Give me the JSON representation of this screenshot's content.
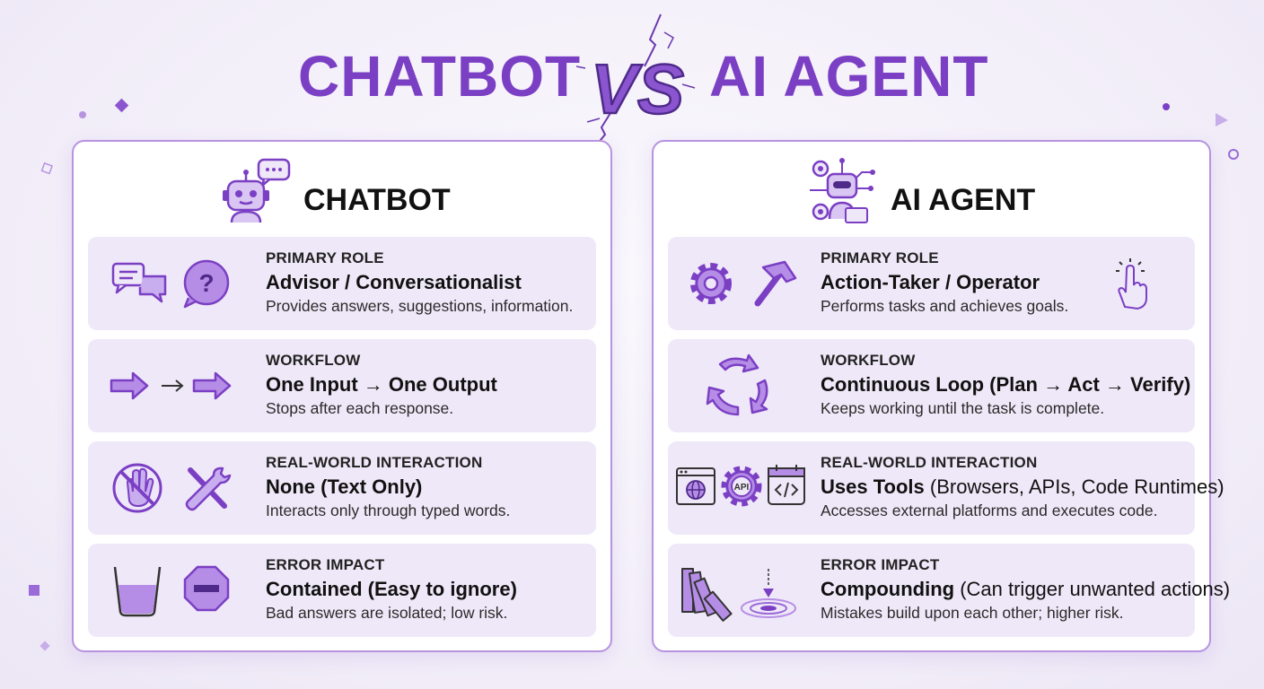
{
  "title": {
    "left": "CHATBOT",
    "vs": "VS",
    "right": "AI AGENT"
  },
  "colors": {
    "accent": "#7b3fc4",
    "accent_light": "#b793e0",
    "row_bg": "#efe8f8"
  },
  "chatbot": {
    "heading": "CHATBOT",
    "heading_icon": "robot-chat-icon",
    "rows": [
      {
        "label": "PRIMARY ROLE",
        "headline": "Advisor / Conversationalist",
        "desc": "Provides answers, suggestions, information.",
        "icons": [
          "chat-bubbles-icon",
          "question-bubble-icon"
        ]
      },
      {
        "label": "WORKFLOW",
        "headline": "One Input → One Output",
        "desc": "Stops after each response.",
        "icons": [
          "arrow-right-icon",
          "small-arrow-icon",
          "arrow-right-icon"
        ]
      },
      {
        "label": "REAL-WORLD INTERACTION",
        "headline": "None (Text Only)",
        "desc": "Interacts only through typed words.",
        "icons": [
          "no-hand-icon",
          "tools-icon"
        ]
      },
      {
        "label": "ERROR IMPACT",
        "headline": "Contained (Easy to ignore)",
        "desc": "Bad answers are isolated; low risk.",
        "icons": [
          "beaker-icon",
          "stop-sign-icon"
        ]
      }
    ]
  },
  "agent": {
    "heading": "AI AGENT",
    "heading_icon": "robot-network-icon",
    "rows": [
      {
        "label": "PRIMARY ROLE",
        "headline": "Action-Taker / Operator",
        "desc": "Performs tasks and achieves goals.",
        "icons": [
          "gear-icon",
          "hammer-icon",
          "pointer-hand-icon"
        ]
      },
      {
        "label": "WORKFLOW",
        "headline": "Continuous Loop (Plan → Act → Verify)",
        "desc": "Keeps working until the task is complete.",
        "icons": [
          "cycle-arrows-icon"
        ]
      },
      {
        "label": "REAL-WORLD INTERACTION",
        "headline_bold": "Uses Tools",
        "headline_rest": " (Browsers, APIs, Code Runtimes)",
        "desc": "Accesses external platforms and executes code.",
        "icons": [
          "browser-icon",
          "api-gear-icon",
          "code-calendar-icon"
        ],
        "api_text": "API"
      },
      {
        "label": "ERROR IMPACT",
        "headline_bold": "Compounding",
        "headline_rest": " (Can trigger unwanted actions)",
        "desc": "Mistakes build upon each other; higher risk.",
        "icons": [
          "falling-dominoes-icon",
          "ripple-target-icon"
        ]
      }
    ]
  }
}
